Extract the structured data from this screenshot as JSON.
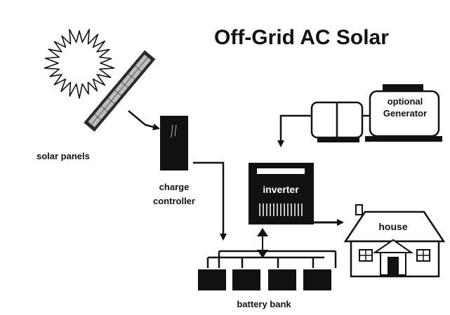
{
  "title": "Off-Grid AC Solar",
  "labels": {
    "solar_panels": "solar panels",
    "charge_controller_line1": "charge",
    "charge_controller_line2": "controller",
    "inverter": "inverter",
    "house": "house",
    "generator_line1": "optional",
    "generator_line2": "Generator",
    "battery_bank": "battery bank"
  },
  "colors": {
    "ink": "#111111",
    "background": "#ffffff",
    "panel_frame": "#2a2a2a",
    "panel_cells": "#bdbdbd"
  }
}
